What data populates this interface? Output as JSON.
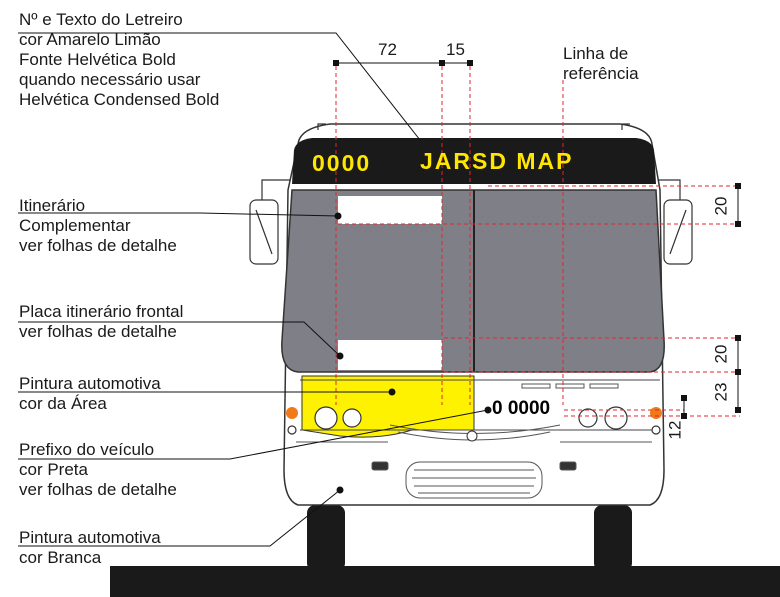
{
  "labels": {
    "destination_sign": [
      "Nº e Texto do Letreiro",
      "cor Amarelo Limão",
      "Fonte Helvética Bold",
      "quando necessário usar",
      "Helvética Condensed Bold"
    ],
    "reference_line": [
      "Linha de",
      "referência"
    ],
    "itinerary": [
      "Itinerário",
      "Complementar",
      "ver folhas de detalhe"
    ],
    "front_plate": [
      "Placa itinerário frontal",
      "ver folhas de detalhe"
    ],
    "area_paint": [
      "Pintura automotiva",
      "cor da Área"
    ],
    "vehicle_prefix": [
      "Prefixo do veículo",
      "cor Preta",
      "ver folhas de detalhe"
    ],
    "white_paint": [
      "Pintura automotiva",
      "cor Branca"
    ]
  },
  "dimensions": {
    "d72": "72",
    "d15": "15",
    "d20a": "20",
    "d20b": "20",
    "d23": "23",
    "d12": "12"
  },
  "bus": {
    "marquee_number": "0000",
    "marquee_text": "JARSD MAP",
    "prefix_number": "0 0000"
  },
  "colors": {
    "area_yellow": "#fff200",
    "glass_gray": "#7f8087",
    "marquee_black": "#1a1a1a",
    "marquee_text": "#ffe600",
    "dim_red": "#e0262c",
    "indicator_orange": "#f07a1a"
  }
}
